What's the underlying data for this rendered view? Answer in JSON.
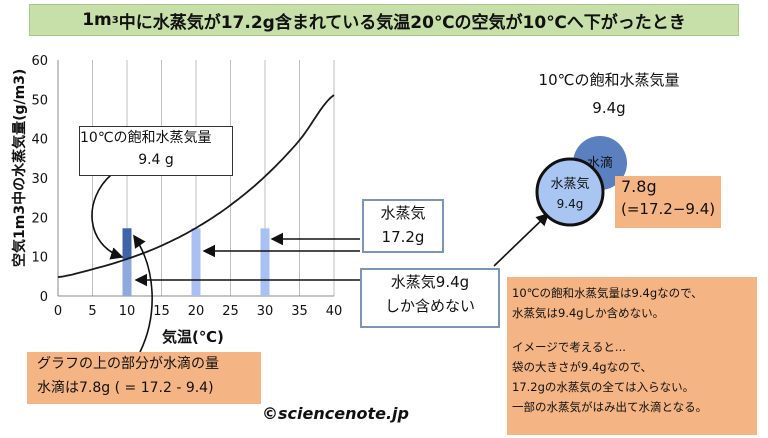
{
  "title": {
    "prefix": "1m",
    "sup": "3",
    "suffix": "中に水蒸気が17.2g含まれている気温20℃の空気が10℃へ下がったとき"
  },
  "chart_data": {
    "type": "line",
    "xlabel": "気温(℃)",
    "ylabel": "空気1m3中の水蒸気量(g/m3)",
    "xlim": [
      0,
      40
    ],
    "ylim": [
      0,
      60
    ],
    "x_ticks": [
      "0",
      "5",
      "10",
      "15",
      "20",
      "25",
      "30",
      "35",
      "40"
    ],
    "y_ticks": [
      "0",
      "10",
      "20",
      "30",
      "40",
      "50",
      "60"
    ],
    "x_tick_values": [
      0,
      5,
      10,
      15,
      20,
      25,
      30,
      35,
      40
    ],
    "y_tick_values": [
      0,
      10,
      20,
      30,
      40,
      50,
      60
    ],
    "grid": "vertical",
    "curve": {
      "x": [
        0,
        5,
        10,
        15,
        20,
        25,
        30,
        35,
        40
      ],
      "y": [
        4.8,
        6.8,
        9.4,
        12.8,
        17.3,
        23.1,
        30.4,
        39.6,
        51.1
      ]
    },
    "bars": [
      {
        "x": 10,
        "y": 17.2,
        "color": "#8fa9dc"
      },
      {
        "x": 20,
        "y": 17.2,
        "color": "#a9c0f2"
      },
      {
        "x": 30,
        "y": 17.2,
        "color": "#a9c0f2"
      }
    ],
    "bar_top_segment": {
      "x": 10,
      "from": 9.4,
      "to": 17.2,
      "color": "#3f63a8"
    }
  },
  "callout_saturation": {
    "line1": "10℃の飽和水蒸気量",
    "line2": "9.4 g"
  },
  "vapor_box": {
    "line1": "水蒸気",
    "line2": "17.2g"
  },
  "limit_box": {
    "line1": "水蒸気9.4g",
    "line2": "しか含めない"
  },
  "graph_note": {
    "line1": "グラフの上の部分が水滴の量",
    "line2": "水滴は7.8g ( = 17.2 - 9.4)"
  },
  "sat_label": {
    "line1": "10℃の飽和水蒸気量",
    "line2": "9.4g"
  },
  "bag": {
    "drop_label": "水滴",
    "vapor_label": "水蒸気",
    "vapor_value": "9.4g"
  },
  "drop_box": {
    "line1": "7.8g",
    "line2": "(=17.2−9.4)"
  },
  "explain": {
    "line1": "10℃の飽和水蒸気量は9.4gなので、",
    "line2": "水蒸気は9.4gしか含めない。",
    "line3": "イメージで考えると...",
    "line4": "袋の大きさが9.4gなので、",
    "line5": "17.2gの水蒸気の全ては入らない。",
    "line6": "一部の水蒸気がはみ出て水滴となる。"
  },
  "credit": "©sciencenote.jp",
  "colors": {
    "title_bg": "#c7dfa8",
    "orange": "#f4b483",
    "box_border": "#7a95b8",
    "bag_fill": "#a9c6f2",
    "drop_fill": "#5b80c0"
  }
}
